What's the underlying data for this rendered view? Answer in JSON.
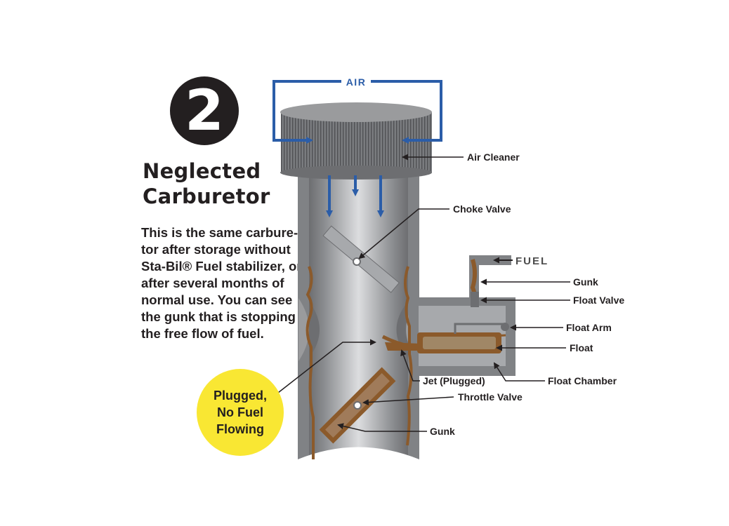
{
  "step_number": "2",
  "title_lines": [
    "Neglected",
    "Carburetor"
  ],
  "description_lines": [
    "This is the same carbure-",
    "tor after storage without",
    "Sta-Bil® Fuel stabilizer, or",
    "after several months of",
    "normal use.  You can see",
    "the gunk that is stopping",
    "the free flow of fuel."
  ],
  "callout_lines": [
    "Plugged,",
    "No Fuel",
    "Flowing"
  ],
  "labels": {
    "air": "AIR",
    "fuel": "FUEL",
    "air_cleaner": "Air Cleaner",
    "choke_valve": "Choke Valve",
    "gunk_top": "Gunk",
    "float_valve": "Float Valve",
    "float_arm": "Float Arm",
    "float": "Float",
    "jet": "Jet (Plugged)",
    "float_chamber": "Float Chamber",
    "throttle_valve": "Throttle Valve",
    "gunk_bottom": "Gunk"
  },
  "colors": {
    "air_arrow": "#2b5da8",
    "metal": "#808285",
    "gunk": "#8b5a2b",
    "callout": "#f9e733",
    "text": "#231f20"
  }
}
